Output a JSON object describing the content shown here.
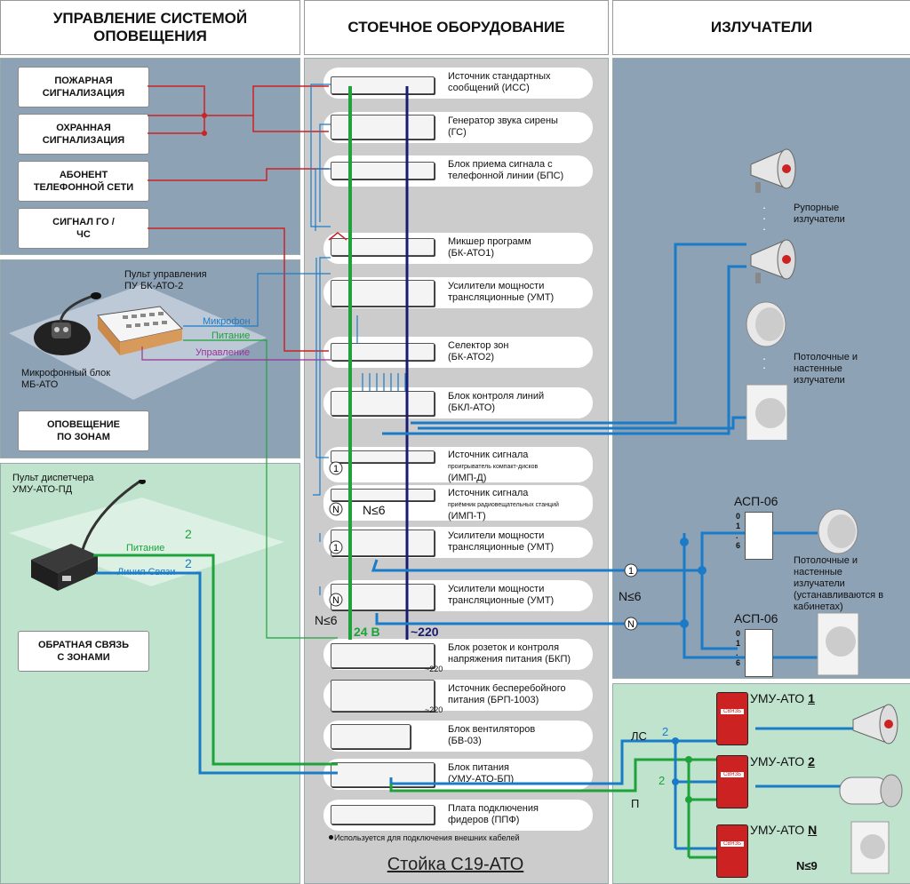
{
  "headers": {
    "management": "УПРАВЛЕНИЕ СИСТЕМОЙ ОПОВЕЩЕНИЯ",
    "rack": "СТОЕЧНОЕ ОБОРУДОВАНИЕ",
    "emitters": "ИЗЛУЧАТЕЛИ"
  },
  "signal_sources": [
    "ПОЖАРНАЯ СИГНАЛИЗАЦИЯ",
    "ОХРАННАЯ СИГНАЛИЗАЦИЯ",
    "АБОНЕНТ ТЕЛЕФОННОЙ СЕТИ",
    "СИГНАЛ ГО / ЧС"
  ],
  "control_panel": {
    "title_line1": "Пульт управления",
    "title_line2": "ПУ БК-АТО-2",
    "mic_label_line1": "Микрофонный блок",
    "mic_label_line2": "МБ-АТО",
    "wire_mic": "Микрофон",
    "wire_power": "Питание",
    "wire_control": "Управление",
    "zone_box": "ОПОВЕЩЕНИЕ ПО ЗОНАМ"
  },
  "dispatcher": {
    "title_line1": "Пульт диспетчера",
    "title_line2": "УМУ-АТО-ПД",
    "wire_power": "Питание",
    "wire_link": "Линия Связи",
    "count_power": "2",
    "count_link": "2",
    "feedback_box": "ОБРАТНАЯ СВЯЗЬ С ЗОНАМИ"
  },
  "rack": {
    "title": "Стойка С19-АТО",
    "units": [
      {
        "l1": "Источник стандартных",
        "l2": "сообщений (ИСС)"
      },
      {
        "l1": "Генератор звука сирены",
        "l2": "(ГС)"
      },
      {
        "l1": "Блок приема сигнала с",
        "l2": "телефонной линии (БПС)"
      },
      {
        "l1": "Микшер программ",
        "l2": "(БК-АТО1)"
      },
      {
        "l1": "Усилители мощности",
        "l2": "трансляционные (УМТ)"
      },
      {
        "l1": "Селектор зон",
        "l2": "(БК-АТО2)"
      },
      {
        "l1": "Блок контроля линий",
        "l2": "(БКЛ-АТО)"
      },
      {
        "l1": "Источник сигнала",
        "l2": "(ИМП-Д)",
        "sub": "проигрыватель компакт-дисков"
      },
      {
        "l1": "Источник сигнала",
        "l2": "(ИМП-Т)",
        "sub": "приёмник радиовещательных станций"
      },
      {
        "l1": "Усилители мощности",
        "l2": "трансляционные (УМТ)"
      },
      {
        "l1": "Усилители мощности",
        "l2": "трансляционные (УМТ)"
      },
      {
        "l1": "Блок розеток и контроля",
        "l2": "напряжения питания (БКП)"
      },
      {
        "l1": "Источник бесперебойного",
        "l2": "питания (БРП-1003)"
      },
      {
        "l1": "Блок вентиляторов",
        "l2": "(БВ-03)"
      },
      {
        "l1": "Блок питания",
        "l2": "(УМУ-АТО-БП)"
      },
      {
        "l1": "Плата подключения",
        "l2": "фидеров (ППФ)"
      }
    ],
    "n_le_6_a": "N≤6",
    "n_le_6_b": "N≤6",
    "n_le_6_c": "N≤6",
    "v24": "24 В",
    "v220": "~220",
    "v220_small_a": "~220",
    "v220_small_b": "~220",
    "note": "Используется для подключения внешних кабелей",
    "marker_1": "1",
    "marker_n": "N"
  },
  "emitters": {
    "horn": "Рупорные излучатели",
    "ceiling_wall": "Потолочные и настенные излучатели",
    "asp": "АСП-06",
    "asp2": "АСП-06",
    "asp_scale": [
      "0",
      "1",
      ".",
      "6"
    ],
    "ceiling_wall_cab": "Потолочные и настенные излучатели (устанавливаются в кабинетах)"
  },
  "umu": {
    "items": [
      "УМУ-АТО",
      "УМУ-АТО",
      "УМУ-АТО"
    ],
    "nums": [
      "1",
      "2",
      "N"
    ],
    "ls": "ЛС",
    "p": "П",
    "ls_count": "2",
    "p_count": "2",
    "n_le_9": "N≤9",
    "badge": "СВЯЗЬ"
  },
  "colors": {
    "panel_blue": "#8ea2b6",
    "panel_green": "#bfe3cd",
    "rack_gray": "#cccccc",
    "wire_red": "#cc2222",
    "wire_blue": "#1a7bc8",
    "wire_green": "#1ea23a",
    "wire_navy": "#1a1a6e",
    "wire_purple": "#993399"
  }
}
